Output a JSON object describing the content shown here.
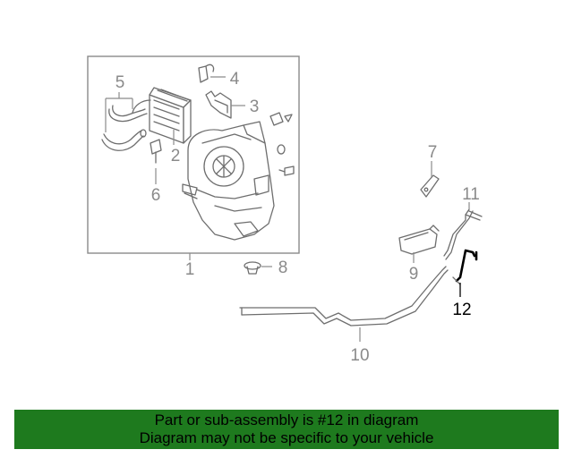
{
  "diagram": {
    "callouts": [
      "1",
      "2",
      "3",
      "4",
      "5",
      "6",
      "7",
      "8",
      "9",
      "10",
      "11",
      "12"
    ],
    "highlighted_callout": "12"
  },
  "banner": {
    "line1": "Part or sub-assembly is #12 in diagram",
    "line2": "Diagram may not be specific to your vehicle",
    "background_color": "#1e7a1e"
  }
}
